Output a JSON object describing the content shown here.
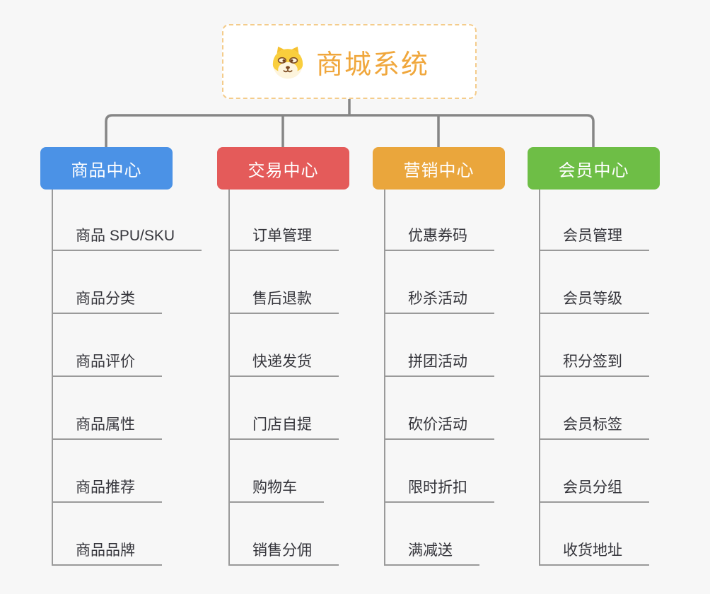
{
  "page": {
    "background": "#f7f7f7"
  },
  "root": {
    "title": "商城系统",
    "icon": "dog-face-icon",
    "title_color": "#f0a73c",
    "border_color": "#f4cc8b"
  },
  "connector_color": "#868686",
  "leaf_line_color": "#9a9a9a",
  "branches": [
    {
      "label": "商品中心",
      "color": "#4b92e6",
      "items": [
        "商品 SPU/SKU",
        "商品分类",
        "商品评价",
        "商品属性",
        "商品推荐",
        "商品品牌"
      ]
    },
    {
      "label": "交易中心",
      "color": "#e45b5a",
      "items": [
        "订单管理",
        "售后退款",
        "快递发货",
        "门店自提",
        "购物车",
        "销售分佣"
      ]
    },
    {
      "label": "营销中心",
      "color": "#eaa63c",
      "items": [
        "优惠券码",
        "秒杀活动",
        "拼团活动",
        "砍价活动",
        "限时折扣",
        "满减送"
      ]
    },
    {
      "label": "会员中心",
      "color": "#6ebe46",
      "items": [
        "会员管理",
        "会员等级",
        "积分签到",
        "会员标签",
        "会员分组",
        "收货地址"
      ]
    }
  ]
}
